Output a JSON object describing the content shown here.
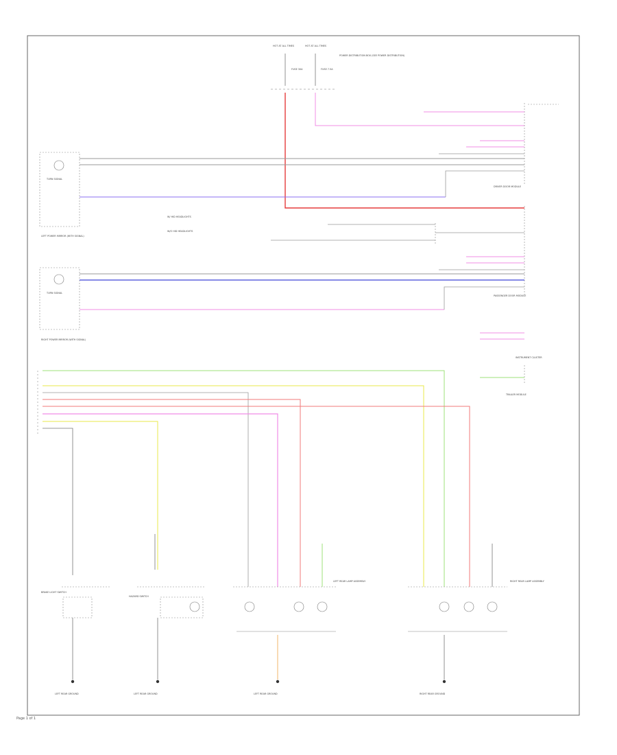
{
  "page_number": "Page 1 of 1",
  "top": {
    "hot_at_left": "HOT AT ALL TIMES",
    "hot_at_right": "HOT AT ALL TIMES",
    "fuse_left": "FUSE 30A",
    "fuse_right": "FUSE 7.5A",
    "power_dist": "POWER DISTRIBUTION BOX (SEE POWER DISTRIBUTION)"
  },
  "modules": {
    "left_mirror": "LEFT POWER MIRROR (WITH SIGNAL)",
    "right_mirror": "RIGHT POWER MIRROR (WITH SIGNAL)",
    "left_mirror_motor": "TURN SIGNAL",
    "right_mirror_motor": "TURN SIGNAL",
    "driver_door_module": "DRIVER DOOR MODULE",
    "passenger_door_module": "PASSENGER DOOR MODULE",
    "cluster": "INSTRUMENT CLUSTER",
    "left_rear_lamp": "LEFT REAR LAMP ASSEMBLY",
    "right_rear_lamp": "RIGHT REAR LAMP ASSEMBLY",
    "trailer_module": "TRAILER MODULE",
    "brake_switch": "BRAKE LIGHT SWITCH",
    "hazard_switch": "HAZARD SWITCH"
  },
  "legends": {
    "line1": "W/ HID HEADLIGHTS",
    "line2": "W/O HID HEADLIGHTS"
  },
  "grounds": {
    "g1": "LEFT REAR GROUND",
    "g2": "LEFT REAR GROUND",
    "g3": "LEFT REAR GROUND",
    "g4": "RIGHT REAR GROUND"
  },
  "colors": {
    "red": "#e53a3a",
    "pink": "#f08ce6",
    "violet": "#8a6cf0",
    "blue": "#3d43d6",
    "gray": "#9a9a9a",
    "yellow": "#e8e84a",
    "green": "#9ee07a",
    "orange": "#f0b46a",
    "lightred": "#f07a7a"
  }
}
